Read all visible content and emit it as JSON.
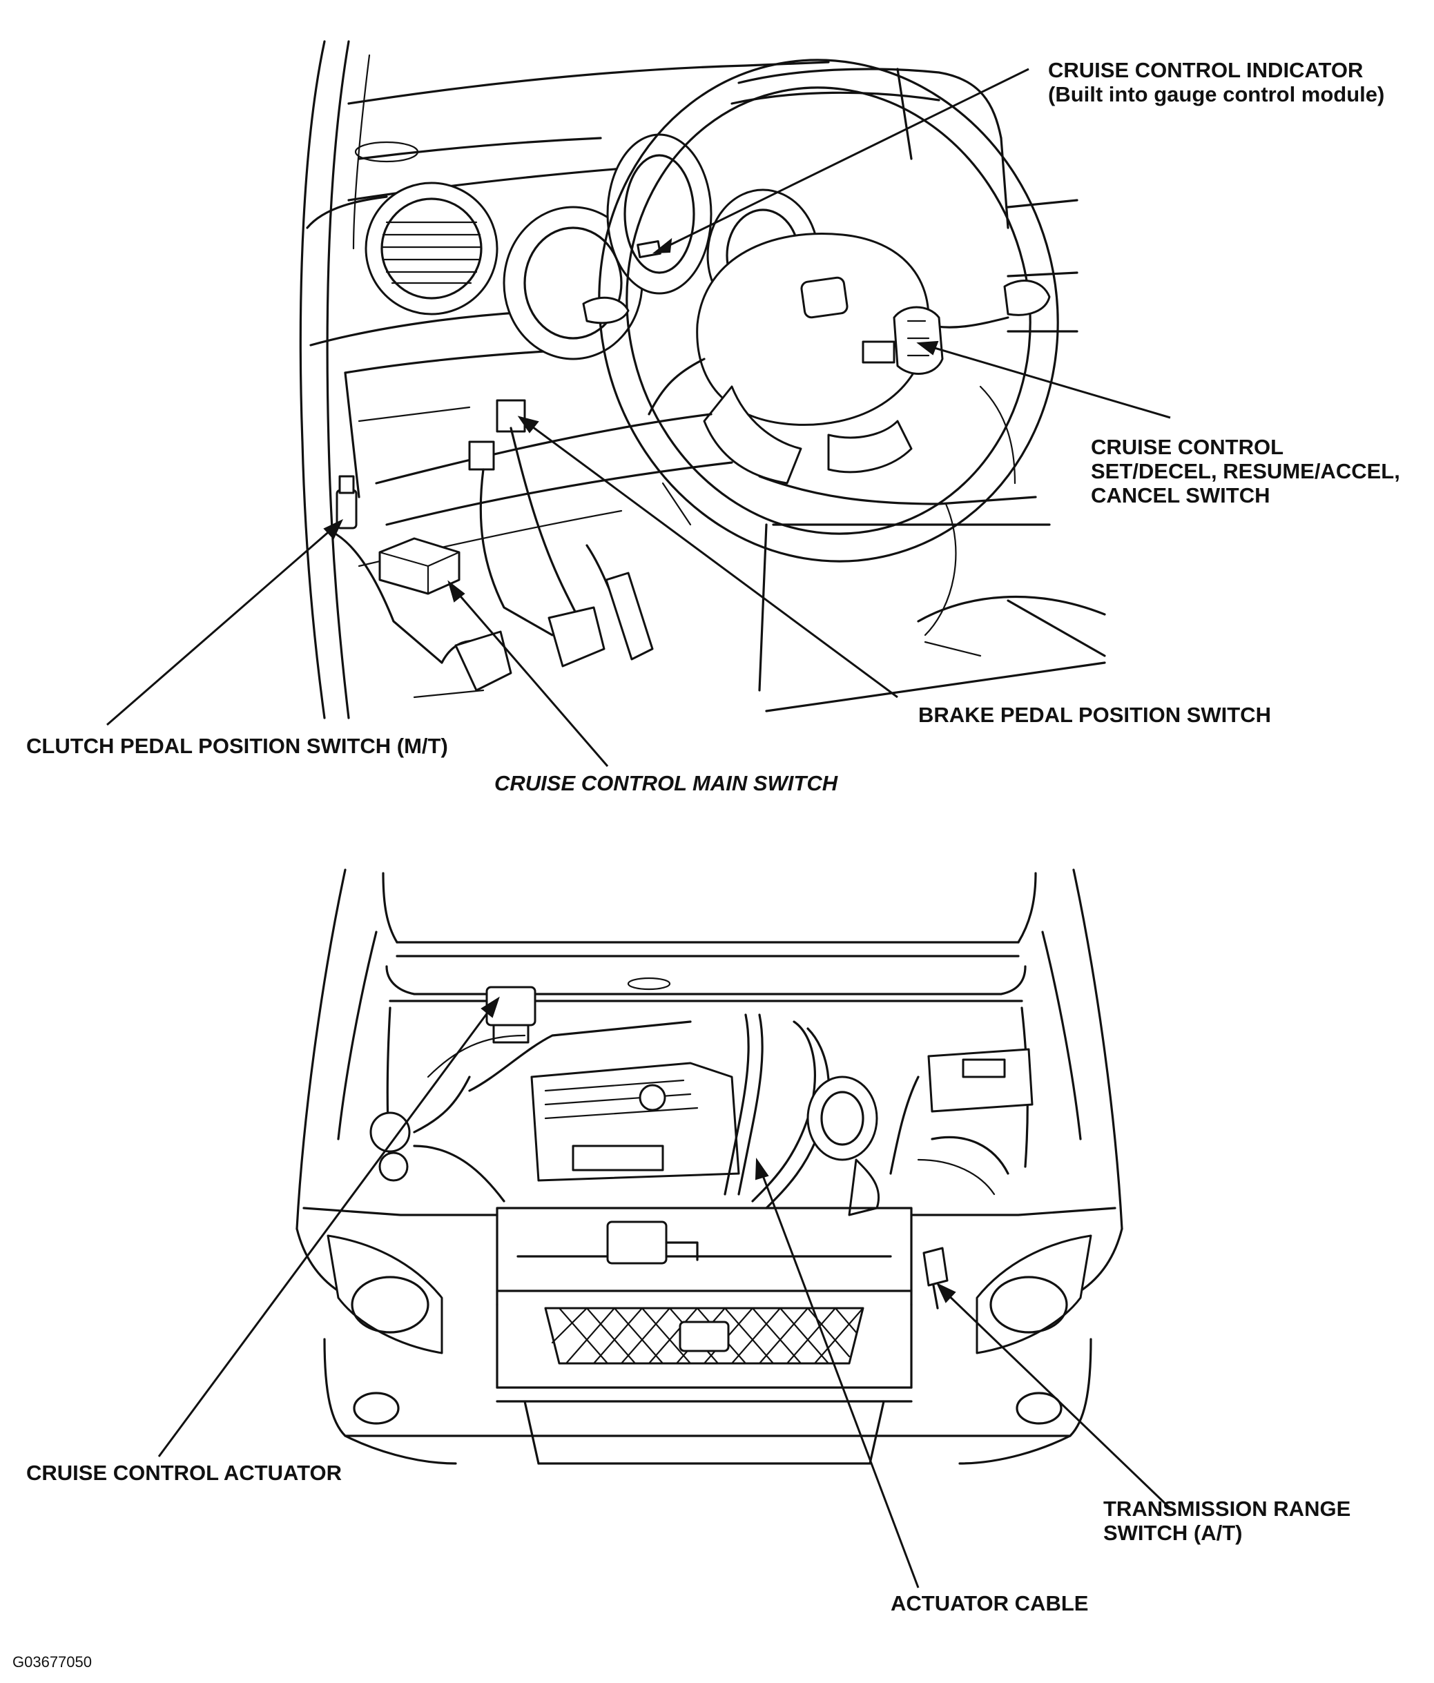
{
  "diagram": {
    "top_panel_labels": {
      "cruise_indicator_line1": "CRUISE CONTROL INDICATOR",
      "cruise_indicator_line2": "(Built into gauge control module)",
      "set_switch_line1": "CRUISE CONTROL",
      "set_switch_line2": "SET/DECEL, RESUME/ACCEL,",
      "set_switch_line3": "CANCEL SWITCH",
      "brake_switch": "BRAKE PEDAL POSITION SWITCH",
      "clutch_switch": "CLUTCH PEDAL POSITION SWITCH (M/T)",
      "main_switch": "CRUISE CONTROL MAIN SWITCH"
    },
    "bottom_panel_labels": {
      "actuator": "CRUISE CONTROL ACTUATOR",
      "trans_switch_line1": "TRANSMISSION RANGE",
      "trans_switch_line2": "SWITCH (A/T)",
      "actuator_cable": "ACTUATOR CABLE"
    },
    "figure_id": "G03677050"
  }
}
